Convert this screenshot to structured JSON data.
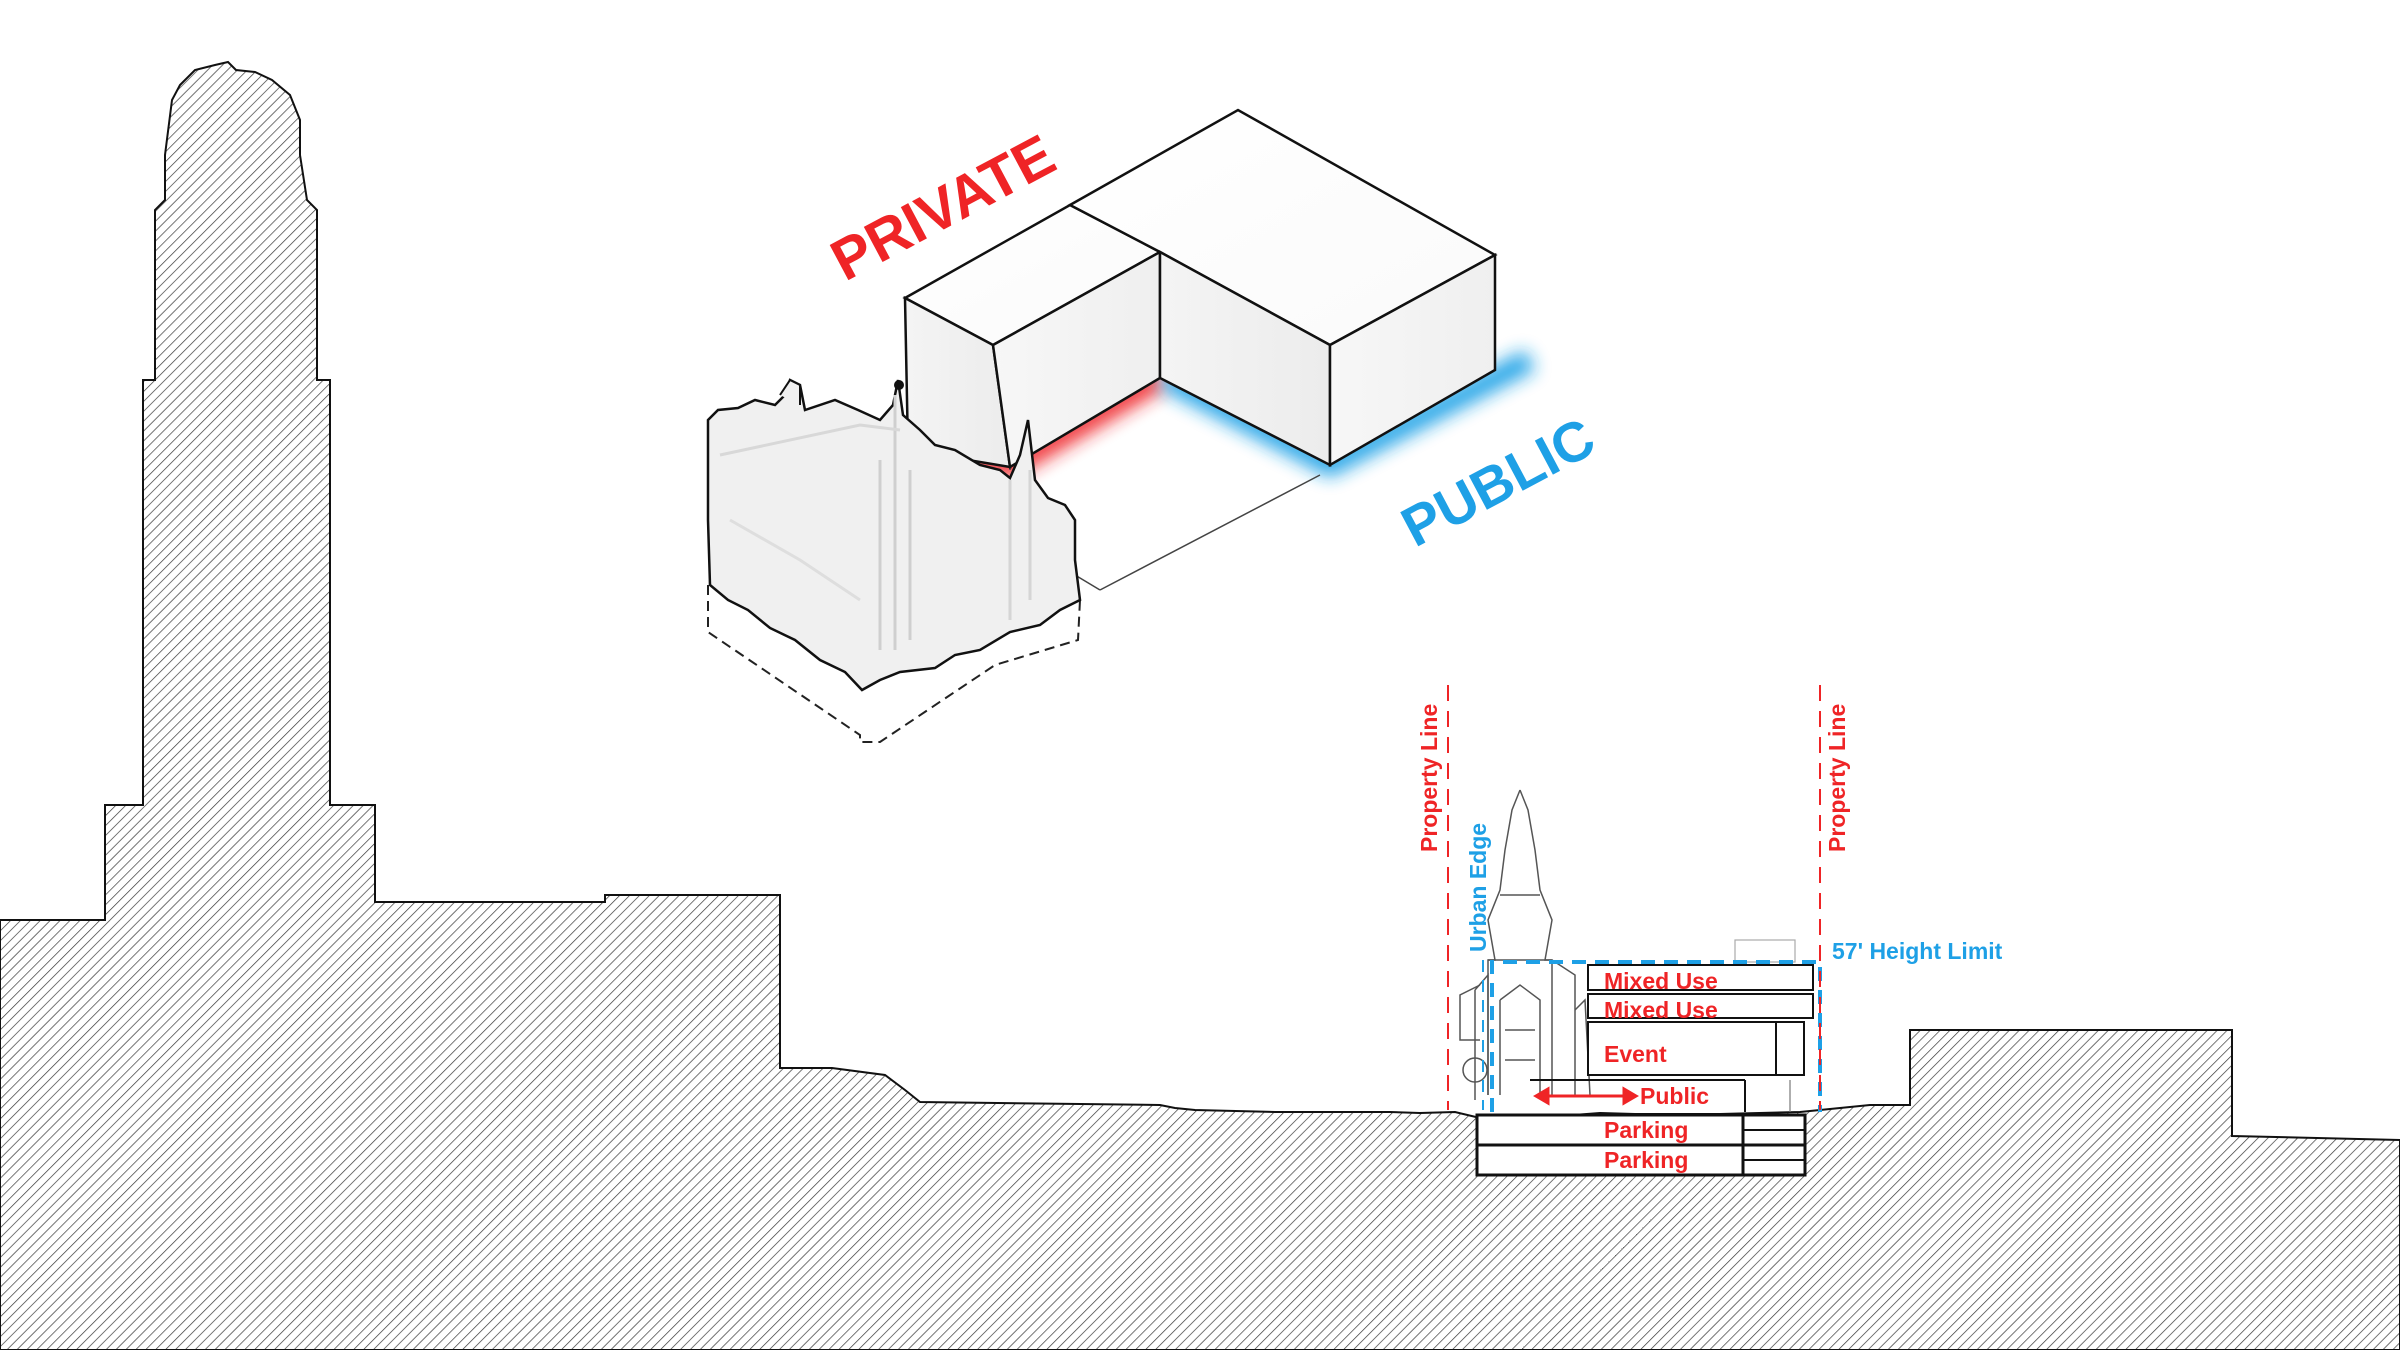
{
  "labels": {
    "private": "PRIVATE",
    "public_big": "PUBLIC",
    "property_line_left": "Property Line",
    "property_line_right": "Property Line",
    "urban_edge": "Urban Edge",
    "height_limit": "57' Height Limit"
  },
  "program": {
    "mixed_use_1": "Mixed Use",
    "mixed_use_2": "Mixed Use",
    "event": "Event",
    "public": "Public",
    "parking_1": "Parking",
    "parking_2": "Parking"
  },
  "colors": {
    "private_red": "#ef2426",
    "public_blue": "#1ea0e6",
    "line": "#111111"
  }
}
